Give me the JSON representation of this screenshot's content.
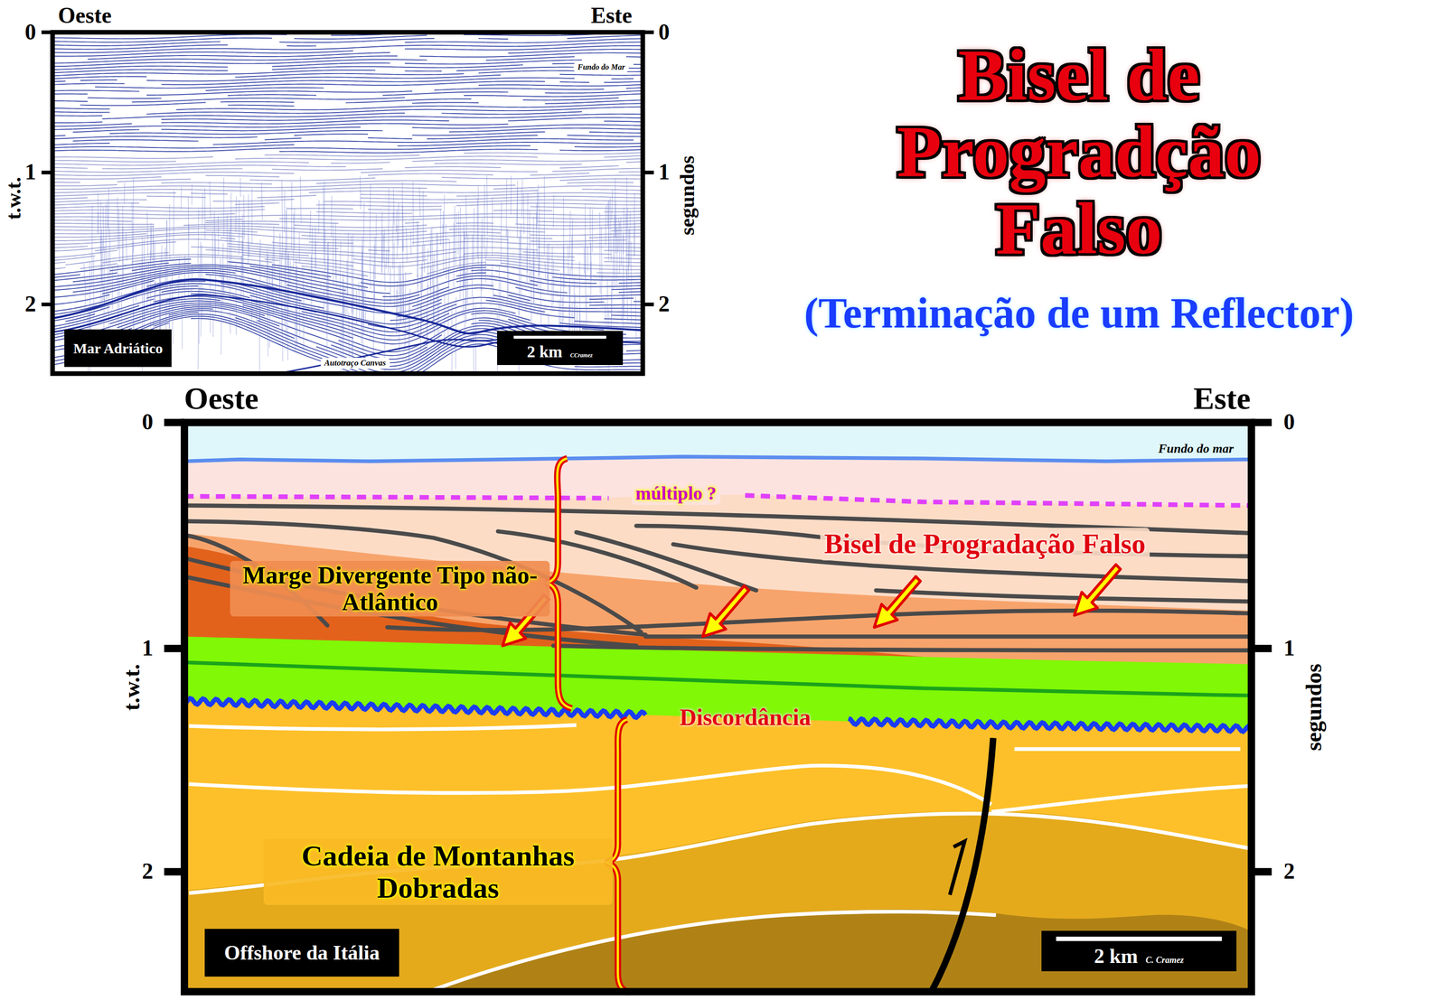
{
  "diagram": {
    "title": "Bisel de Progradção Falso",
    "nodes": [
      {
        "text": [
          "Mar Adriático"
        ]
      },
      {
        "text": [
          "2 km",
          "CCramez"
        ]
      },
      {
        "text": [
          "Offshore da Itália"
        ]
      },
      {
        "text": [
          "2 km",
          "C. Cramez"
        ]
      }
    ],
    "labels": [
      "Oeste",
      "Este",
      "0",
      "1",
      "2",
      "0",
      "1",
      "2",
      "t.w.t.",
      "segundos",
      "Fundo do Mar",
      "Autotraço Canvas",
      "(Terminação de um Reflector)",
      "Oeste",
      "Este",
      "0",
      "1",
      "2",
      "0",
      "1",
      "2",
      "t.w.t.",
      "segundos",
      "Fundo do mar",
      "múltiplo ?",
      "Bisel de Progradação Falso",
      "Marge Divergente Tipo não-Atlântico",
      "Discordância",
      "Cadeia de Montanhas Dobradas"
    ]
  }
}
